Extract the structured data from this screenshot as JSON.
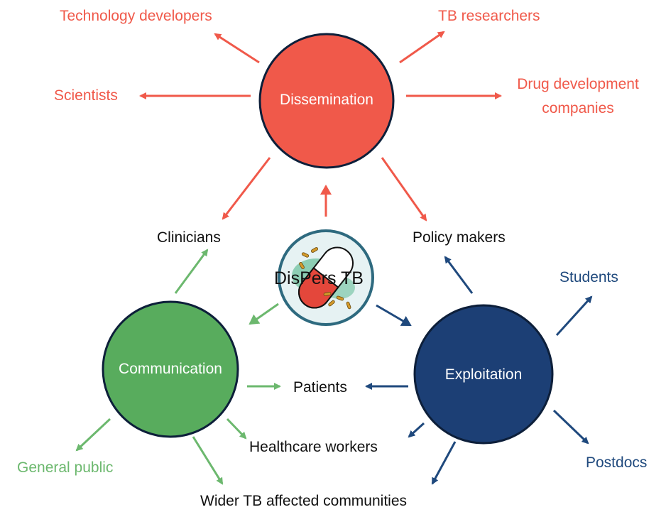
{
  "hubs": {
    "dissemination": "Dissemination",
    "communication": "Communication",
    "exploitation": "Exploitation"
  },
  "logo": {
    "text": "DisPers TB"
  },
  "dissemination_targets": {
    "technology_developers": "Technology developers",
    "tb_researchers": "TB researchers",
    "scientists": "Scientists",
    "drug_development_line1": "Drug development",
    "drug_development_line2": "companies"
  },
  "shared_targets": {
    "clinicians": "Clinicians",
    "policy_makers": "Policy makers",
    "patients": "Patients",
    "healthcare_workers": "Healthcare workers",
    "wider_communities": "Wider TB affected communities"
  },
  "communication_targets": {
    "general_public": "General public"
  },
  "exploitation_targets": {
    "students": "Students",
    "postdocs": "Postdocs"
  },
  "colors": {
    "dissemination": "#f0594a",
    "communication": "#58ac5d",
    "exploitation": "#1c3f75"
  }
}
